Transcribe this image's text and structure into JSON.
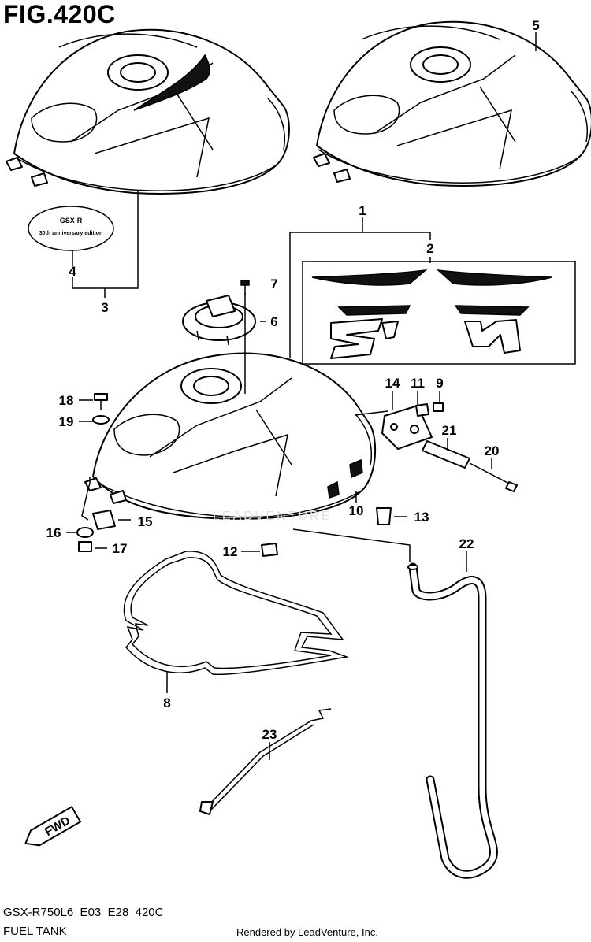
{
  "figure": {
    "title": "FIG.420C",
    "code": "GSX-R750L6_E03_E28_420C",
    "name": "FUEL TANK",
    "credit": "Rendered by LeadVenture, Inc.",
    "watermark": "LEADVENTURE"
  },
  "emblem": {
    "line1": "GSX-R",
    "line2": "30th anniversary edition"
  },
  "callouts": [
    "1",
    "2",
    "3",
    "4",
    "5",
    "6",
    "7",
    "8",
    "9",
    "10",
    "11",
    "12",
    "13",
    "14",
    "15",
    "16",
    "17",
    "18",
    "19",
    "20",
    "21",
    "22",
    "23"
  ],
  "fwd_label": "FWD",
  "colors": {
    "ink": "#000000",
    "background": "#ffffff"
  }
}
